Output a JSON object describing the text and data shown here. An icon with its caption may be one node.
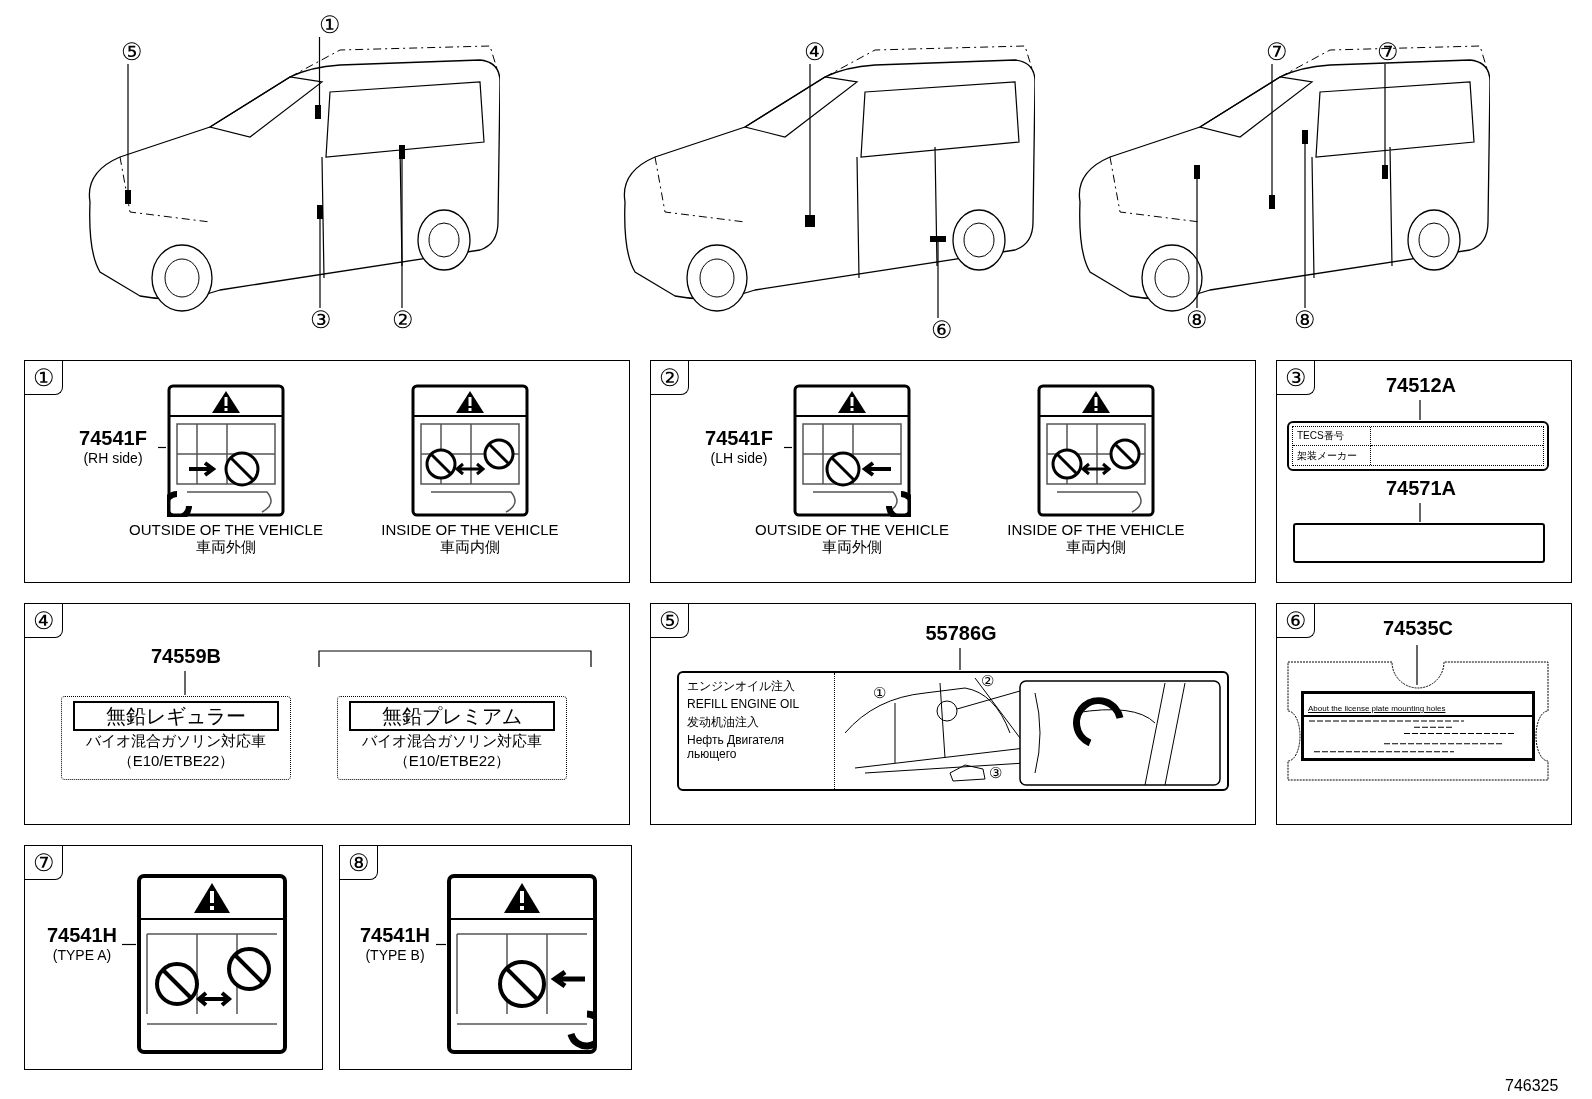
{
  "diagram": {
    "nodes": [
      {
        "text": [
          "⑤"
        ]
      },
      {
        "text": [
          "①"
        ]
      },
      {
        "text": [
          "③"
        ]
      },
      {
        "text": [
          "②"
        ]
      },
      {
        "text": [
          "④"
        ]
      },
      {
        "text": [
          "⑥"
        ]
      },
      {
        "text": [
          "⑦"
        ]
      },
      {
        "text": [
          "⑦"
        ]
      },
      {
        "text": [
          "⑧"
        ]
      },
      {
        "text": [
          "⑧"
        ]
      },
      {
        "text": [],
        "shape": "bar"
      },
      {
        "text": [],
        "shape": "bar"
      },
      {
        "text": [],
        "shape": "bar"
      },
      {
        "text": [],
        "shape": "bar"
      },
      {
        "text": [],
        "shape": "bar"
      },
      {
        "text": [],
        "shape": "bar"
      },
      {
        "text": [],
        "shape": "bar"
      },
      {
        "text": [],
        "shape": "bar"
      },
      {
        "text": [],
        "shape": "bar"
      },
      {
        "text": [],
        "shape": "bar"
      },
      {
        "text": [
          "①"
        ]
      },
      {
        "text": [
          "74541F",
          "(RH side)"
        ],
        "in": 20
      },
      {
        "text": [],
        "shape": "picture",
        "in": 20,
        "beside": [
          "OUTSIDE OF THE VEHICLE",
          "車両外側"
        ]
      },
      {
        "text": [],
        "shape": "picture",
        "in": 20,
        "beside": [
          "INSIDE OF THE VEHICLE",
          "車両内側"
        ]
      },
      {
        "text": [
          "②"
        ]
      },
      {
        "text": [
          "74541F",
          "(LH side)"
        ],
        "in": 24
      },
      {
        "text": [],
        "shape": "picture",
        "in": 24,
        "beside": [
          "OUTSIDE OF THE VEHICLE",
          "車両外側"
        ]
      },
      {
        "text": [],
        "shape": "picture",
        "in": 24,
        "beside": [
          "INSIDE OF THE VEHICLE",
          "車両内側"
        ]
      },
      {
        "text": [
          "③"
        ]
      },
      {
        "text": [
          "74512A"
        ],
        "in": 28
      },
      {
        "text": [
          "TECS番号",
          "架装メーカー"
        ],
        "in": 28
      },
      {
        "text": [
          "74571A"
        ],
        "in": 28
      },
      {
        "text": [],
        "shape": "box",
        "in": 28
      },
      {
        "text": [
          "④"
        ]
      },
      {
        "text": [
          "74559B"
        ],
        "in": 33
      },
      {
        "text": [
          "無鉛レギュラー",
          "バイオ混合ガソリン対応車",
          "（E10/ETBE22）"
        ],
        "in": 33
      },
      {
        "text": [
          "無鉛プレミアム",
          "バイオ混合ガソリン対応車",
          "（E10/ETBE22）"
        ],
        "in": 33
      },
      {
        "text": [
          "⑤"
        ]
      },
      {
        "text": [
          "55786G"
        ],
        "in": 37
      },
      {
        "text": [
          "エンジンオイル注入",
          "REFILL ENGINE OIL",
          "发动机油注入",
          "Нефть Двигателя льющего"
        ],
        "in": 37
      },
      {
        "text": [
          "⑥"
        ]
      },
      {
        "text": [
          "74535C"
        ],
        "in": 40
      },
      {
        "text": [
          "About the license plate mounting holes"
        ],
        "in": 40
      },
      {
        "text": [
          "⑦"
        ]
      },
      {
        "text": [
          "74541H",
          "(TYPE A)"
        ],
        "in": 43
      },
      {
        "text": [],
        "shape": "picture",
        "in": 43
      },
      {
        "text": [
          "⑧"
        ]
      },
      {
        "text": [
          "74541H",
          "(TYPE B)"
        ],
        "in": 46
      },
      {
        "text": [],
        "shape": "picture",
        "in": 46
      }
    ],
    "edges": [
      {
        "from": 0,
        "to": 10,
        "arrow": "none"
      },
      {
        "from": 1,
        "to": 11,
        "arrow": "none"
      },
      {
        "from": 2,
        "to": 12,
        "arrow": "none"
      },
      {
        "from": 3,
        "to": 13,
        "arrow": "none"
      },
      {
        "from": 4,
        "to": 14,
        "arrow": "none"
      },
      {
        "from": 5,
        "to": 15,
        "arrow": "none"
      },
      {
        "from": 6,
        "to": 16,
        "arrow": "none"
      },
      {
        "from": 7,
        "to": 17,
        "arrow": "none"
      },
      {
        "from": 8,
        "to": 18,
        "arrow": "none"
      },
      {
        "from": 9,
        "to": 19,
        "arrow": "none"
      },
      {
        "from": 21,
        "to": 22,
        "arrow": "none"
      },
      {
        "from": 25,
        "to": 26,
        "arrow": "none"
      },
      {
        "from": 29,
        "to": 30,
        "arrow": "none"
      },
      {
        "from": 31,
        "to": 32,
        "arrow": "none"
      },
      {
        "from": 34,
        "to": 35,
        "arrow": "none"
      },
      {
        "from": 38,
        "to": 39,
        "arrow": "none"
      },
      {
        "from": 41,
        "to": 42,
        "arrow": "none"
      },
      {
        "from": 44,
        "to": 45,
        "arrow": "none"
      },
      {
        "from": 47,
        "to": 48,
        "arrow": "none"
      }
    ],
    "labels": [
      "①",
      "②",
      "③",
      "746325"
    ]
  }
}
